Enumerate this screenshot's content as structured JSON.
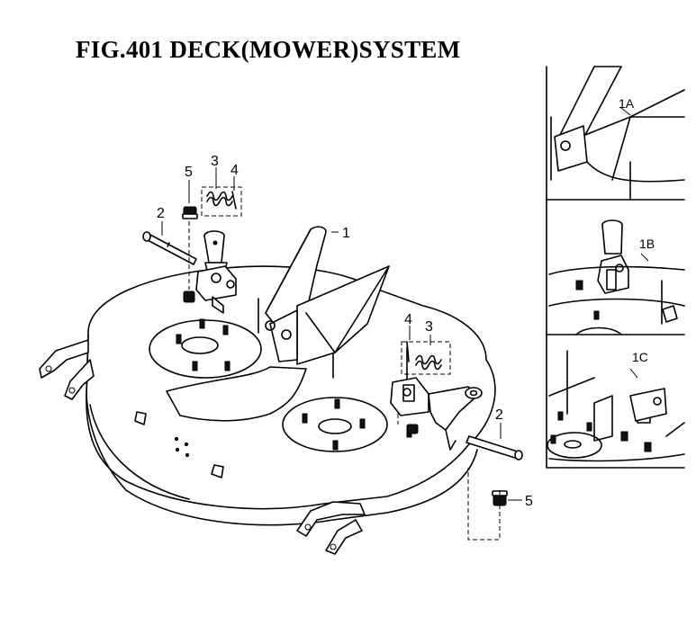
{
  "title": "FIG.401  DECK(MOWER)SYSTEM",
  "callouts": {
    "p1": "1",
    "p2_left": "2",
    "p2_right": "2",
    "p3_left": "3",
    "p3_right": "3",
    "p4_left": "4",
    "p4_right": "4",
    "p5_left": "5",
    "p5_right": "5"
  },
  "insets": {
    "a": "1A",
    "b": "1B",
    "c": "1C"
  }
}
